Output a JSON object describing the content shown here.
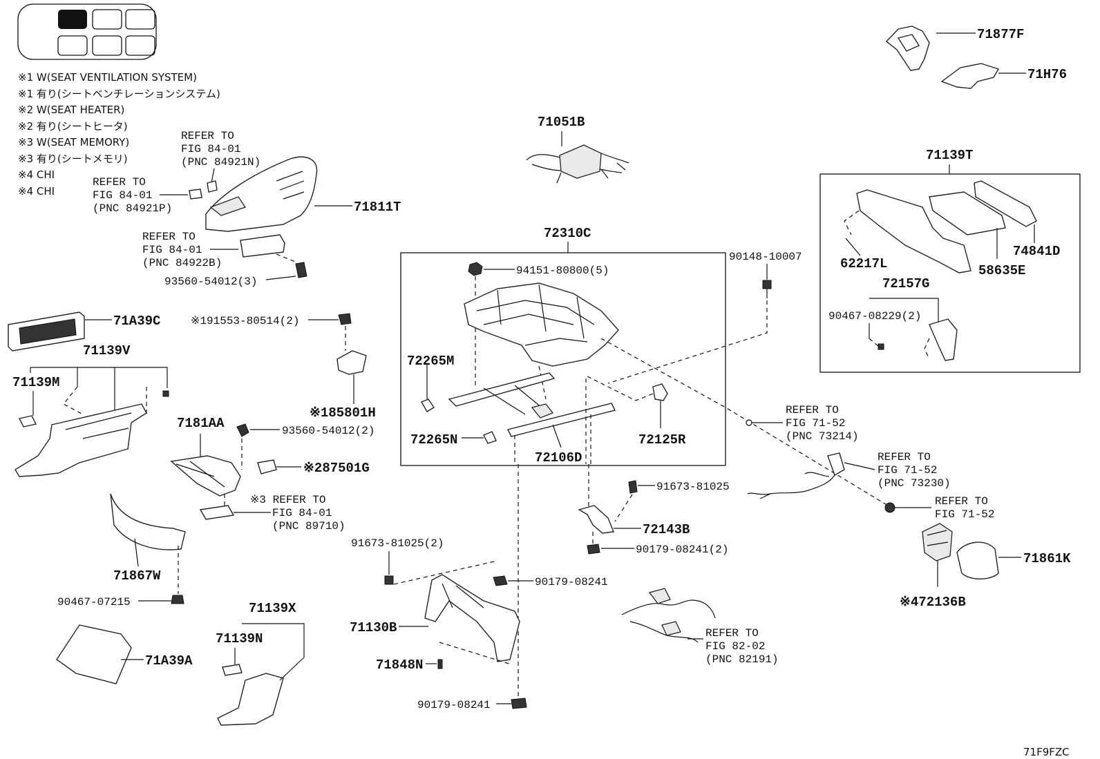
{
  "legend": {
    "notes": [
      "※1 W(SEAT VENTILATION SYSTEM)",
      "※1 有り(シートベンチレーションシステム)",
      "※2 W(SEAT HEATER)",
      "※2 有り(シートヒータ)",
      "※3 W(SEAT MEMORY)",
      "※3 有り(シートメモリ)",
      "※4 CHI",
      "※4 CHI"
    ]
  },
  "figure_code": "71F9FZC",
  "parts": {
    "p71877F": "71877F",
    "p71H76": "71H76",
    "p71051B": "71051B",
    "p71139T": "71139T",
    "p74841D": "74841D",
    "p58635E": "58635E",
    "p62217L": "62217L",
    "p72157G": "72157G",
    "p90467_08229": "90467-08229(2)",
    "p71811T": "71811T",
    "p93560_54012_3": "93560-54012(3)",
    "p72310C": "72310C",
    "p94151": "94151-80800(5)",
    "p90148": "90148-10007",
    "p71A39C": "71A39C",
    "p191553": "※191553-80514(2)",
    "p185801H": "※185801H",
    "p71139V": "71139V",
    "p71139M": "71139M",
    "p72265M": "72265M",
    "p72265N": "72265N",
    "p72106D": "72106D",
    "p72125R": "72125R",
    "p7181AA": "7181AA",
    "p93560_54012_2": "93560-54012(2)",
    "p287501G": "※287501G",
    "p91673_81025": "91673-81025",
    "p72143B": "72143B",
    "p90179_08241_2": "90179-08241(2)",
    "p71867W": "71867W",
    "p90467_07215": "90467-07215",
    "p91673_81025_2": "91673-81025(2)",
    "p90179_08241_a": "90179-08241",
    "p71130B": "71130B",
    "p71848N": "71848N",
    "p90179_08241_b": "90179-08241",
    "p71139X": "71139X",
    "p71139N": "71139N",
    "p71A39A": "71A39A",
    "p71861K": "71861K",
    "p72136B": "※472136B"
  },
  "refs": {
    "r84921N": [
      "REFER TO",
      "FIG 84-01",
      "(PNC 84921N)"
    ],
    "r84921P": [
      "REFER TO",
      "FIG 84-01",
      "(PNC 84921P)"
    ],
    "r84922B": [
      "REFER TO",
      "FIG 84-01",
      "(PNC 84922B)"
    ],
    "r89710": [
      "※3 REFER TO",
      "FIG 84-01",
      "(PNC 89710)"
    ],
    "r73214": [
      "REFER TO",
      "FIG 71-52",
      "(PNC 73214)"
    ],
    "r73230": [
      "REFER TO",
      "FIG 71-52",
      "(PNC 73230)"
    ],
    "r7152": [
      "REFER TO",
      "FIG 71-52"
    ],
    "r82191": [
      "REFER TO",
      "FIG 82-02",
      "(PNC 82191)"
    ]
  }
}
